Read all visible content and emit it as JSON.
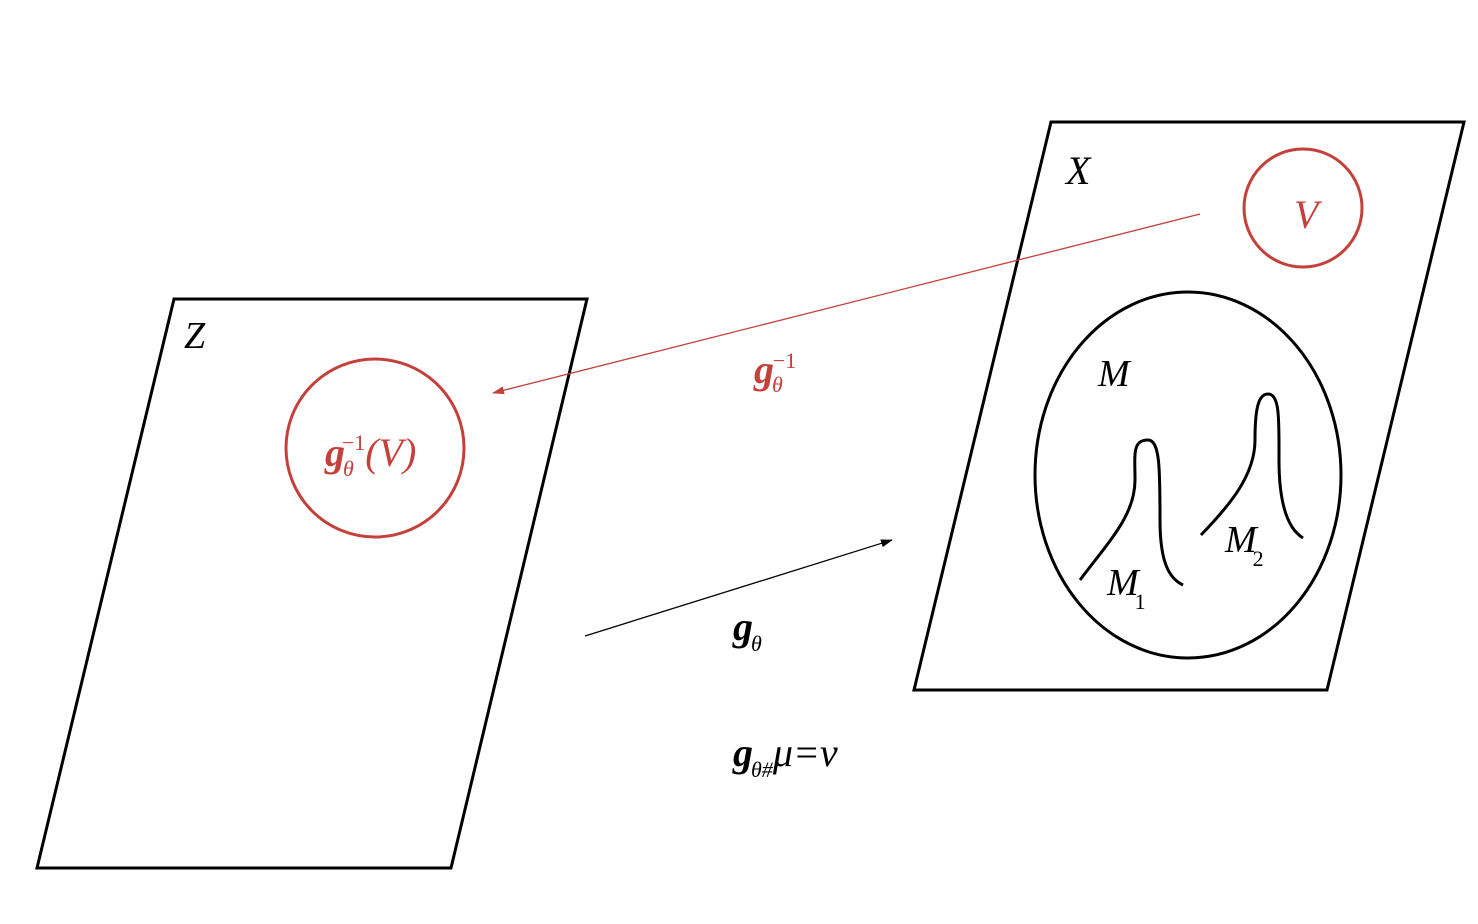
{
  "colors": {
    "accent": "#c4403a",
    "ink": "#000000"
  },
  "spaces": {
    "latent": {
      "label": "Z"
    },
    "data": {
      "label": "X"
    }
  },
  "sets": {
    "V": {
      "label": "V"
    },
    "preimage": {
      "g": "g",
      "sub": "θ",
      "sup": "−1",
      "arg": "(V)"
    },
    "manifold": {
      "label": "M"
    },
    "m1": {
      "base": "M",
      "sub": "1"
    },
    "m2": {
      "base": "M",
      "sub": "2"
    }
  },
  "maps": {
    "inverse": {
      "g": "g",
      "sub": "θ",
      "sup": "−1"
    },
    "forward": {
      "g": "g",
      "sub": "θ"
    },
    "pushforward": {
      "g": "g",
      "sub": "θ#",
      "rest": "μ=ν"
    }
  }
}
